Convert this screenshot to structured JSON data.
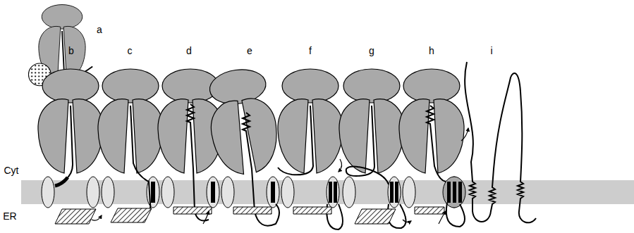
{
  "diagram": {
    "labels": [
      "a",
      "b",
      "c",
      "d",
      "e",
      "f",
      "g",
      "h",
      "i",
      "Cyt",
      "ER"
    ]
  }
}
